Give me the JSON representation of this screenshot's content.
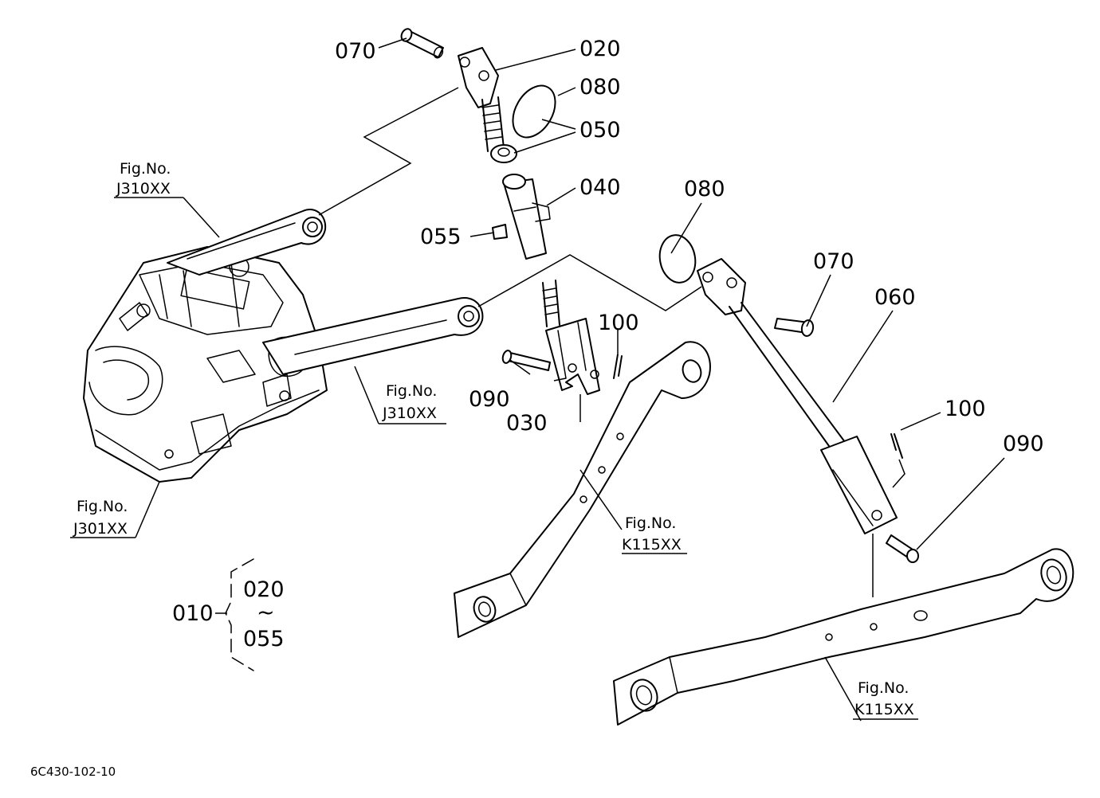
{
  "parts": {
    "p070_top": "070",
    "p020": "020",
    "p080_top": "080",
    "p050": "050",
    "p040": "040",
    "p055": "055",
    "p080_right": "080",
    "p070_right": "070",
    "p060": "060",
    "p100_mid": "100",
    "p090_mid": "090",
    "p030": "030",
    "p100_right": "100",
    "p090_right": "090"
  },
  "figure_refs": [
    {
      "line1": "Fig.No.",
      "line2": "J310XX"
    },
    {
      "line1": "Fig.No.",
      "line2": "J310XX"
    },
    {
      "line1": "Fig.No.",
      "line2": "J301XX"
    },
    {
      "line1": "Fig.No.",
      "line2": "K115XX"
    },
    {
      "line1": "Fig.No.",
      "line2": "K115XX"
    }
  ],
  "assembly": {
    "parent": "010",
    "from": "020",
    "tilde": "~",
    "to": "055"
  },
  "drawing_code": "6C430-102-10"
}
